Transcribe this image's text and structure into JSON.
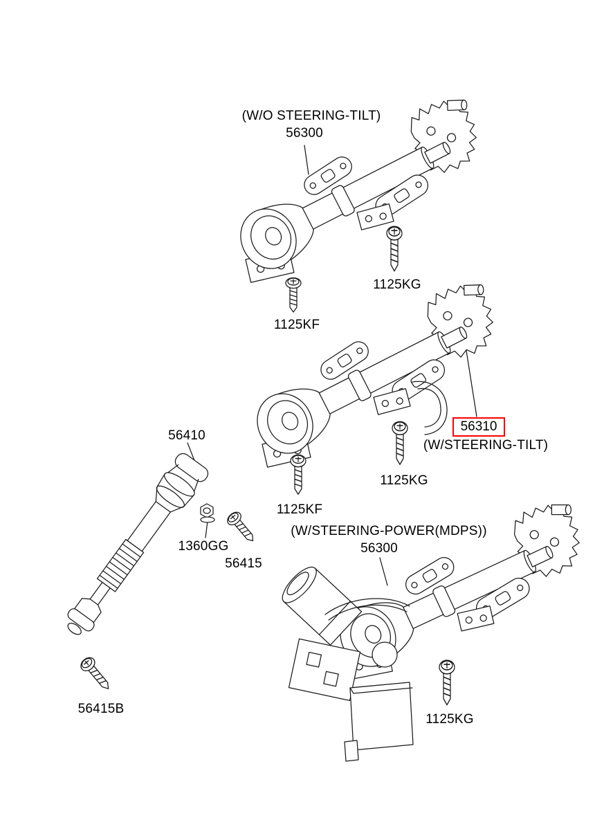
{
  "page": {
    "background": "#ffffff",
    "line_color": "#1a1a1a",
    "highlight_color": "#ff0000"
  },
  "labels": {
    "top_caption": "(W/O STEERING-TILT)",
    "top_part": "56300",
    "kg_top": "1125KG",
    "kf_top": "1125KF",
    "selected_part": "56310",
    "mid_caption": "(W/STEERING-TILT)",
    "kg_mid": "1125KG",
    "kf_mid": "1125KF",
    "shaft_part": "56410",
    "nut_part": "1360GG",
    "bolt_part": "56415",
    "bolt_b_part": "56415B",
    "bottom_caption": "(W/STEERING-POWER(MDPS))",
    "bottom_part": "56300",
    "kg_bottom": "1125KG"
  }
}
